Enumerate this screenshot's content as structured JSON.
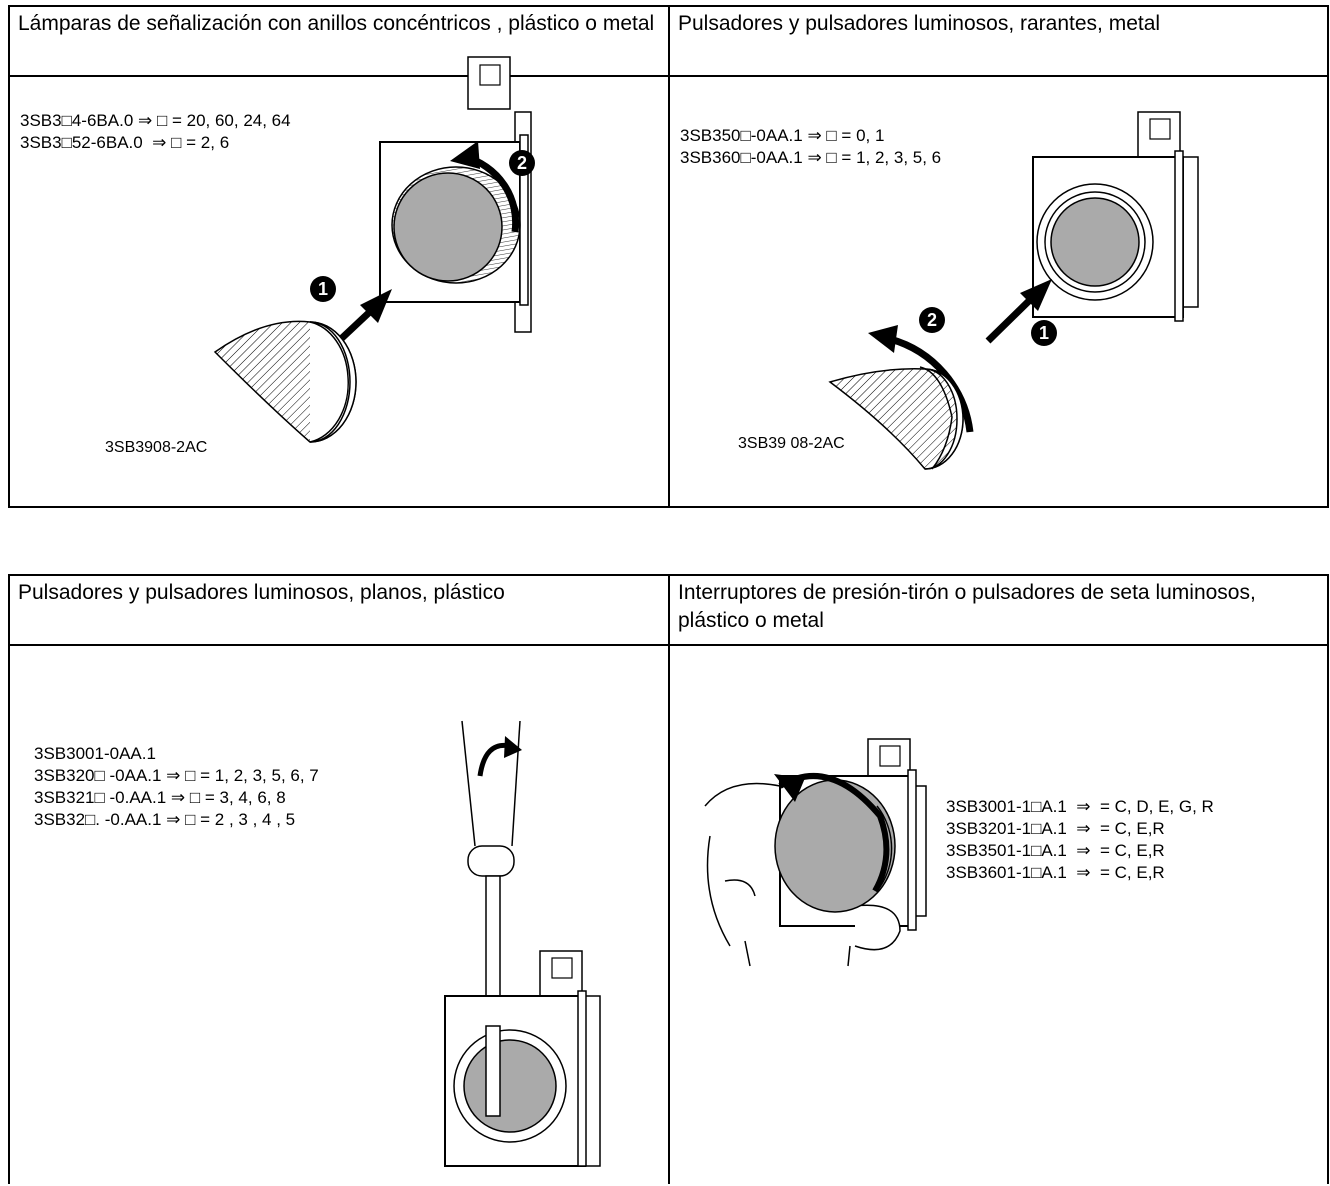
{
  "cells": [
    {
      "title": "Lámparas de señalización con anillos concéntricos , plástico o metal",
      "lines": [
        "3SB3□4-6BA.0 ⇒ □ = 20, 60, 24, 64",
        "3SB3□52-6BA.0  ⇒ □ = 2, 6"
      ],
      "caption": "3SB3908-2AC"
    },
    {
      "title": "Pulsadores y pulsadores luminosos, rarantes, metal",
      "lines": [
        "3SB350□-0AA.1 ⇒ □ = 0, 1",
        "3SB360□-0AA.1 ⇒ □ = 1, 2, 3, 5, 6"
      ],
      "caption": "3SB39 08-2AC"
    },
    {
      "title": "Pulsadores y pulsadores luminosos, planos, plástico",
      "lines": [
        "3SB3001-0AA.1",
        "3SB320□ -0AA.1 ⇒ □ = 1, 2, 3, 5, 6, 7",
        "3SB321□ -0.AA.1 ⇒ □ = 3, 4, 6, 8",
        "3SB32□. -0.AA.1 ⇒ □ = 2 , 3 , 4 , 5"
      ]
    },
    {
      "title": "Interruptores de presión-tirón o pulsadores de seta luminosos, plástico o metal",
      "lines": [
        "3SB3001-1□A.1  ⇒  = C, D, E, G, R",
        "3SB3201-1□A.1  ⇒  = C, E,R",
        "3SB3501-1□A.1  ⇒  = C, E,R",
        "3SB3601-1□A.1  ⇒  = C, E,R"
      ]
    }
  ],
  "step_labels": [
    "1",
    "2"
  ]
}
